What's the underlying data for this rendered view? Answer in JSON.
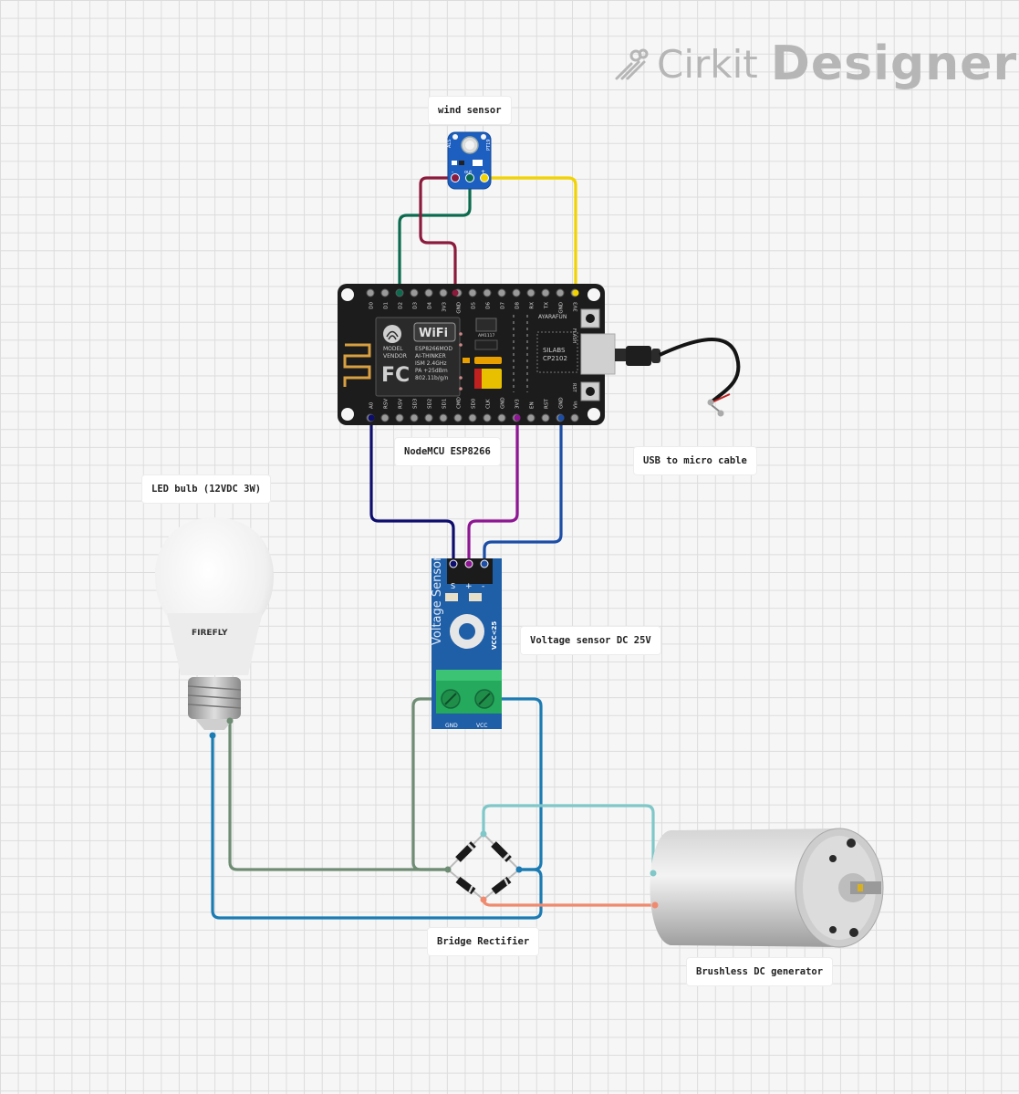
{
  "brand": {
    "word1": "Cirkit",
    "word2": "Designer"
  },
  "labels": {
    "wind_sensor": "wind sensor",
    "nodemcu": "NodeMCU ESP8266",
    "usb_cable": "USB to micro cable",
    "led_bulb": "LED bulb (12VDC 3W)",
    "voltage_sensor": "Voltage sensor DC 25V",
    "bridge_rectifier": "Bridge Rectifier",
    "generator": "Brushless DC generator"
  },
  "components": {
    "wind_sensor": {
      "silk_left": "ALS",
      "silk_right": "PT19",
      "pin_text": "out",
      "pin_plus": "+",
      "pin_minus": "-"
    },
    "nodemcu": {
      "top_pins": [
        "D0",
        "D1",
        "D2",
        "D3",
        "D4",
        "3V3",
        "GND",
        "D5",
        "D6",
        "D7",
        "D8",
        "RX",
        "TX",
        "GND",
        "3V3"
      ],
      "bottom_pins": [
        "A0",
        "RSV",
        "RSV",
        "SD3",
        "SD2",
        "SD1",
        "CMD",
        "SD0",
        "CLK",
        "GND",
        "3V3",
        "EN",
        "RST",
        "GND",
        "Vin"
      ],
      "wifi_text": "WiFi",
      "module_text": [
        "ESP8266MOD",
        "AI-THINKER",
        "ISM 2.4GHz",
        "PA +25dBm",
        "802.11b/g/n"
      ],
      "model_text": [
        "MODEL",
        "VENDOR"
      ],
      "fcc_text": "FC",
      "regulator_text": "AM1117",
      "brand_text": "AYARAFUN",
      "chip_text": [
        "SILABS",
        "CP2102"
      ],
      "flash_text": "FLASH",
      "rst_text": "RST"
    },
    "led_bulb": {
      "brand_text": "FIREFLY"
    },
    "voltage_sensor": {
      "title_text": "Voltage Sensor",
      "side_text": "VCC<25",
      "pins": [
        "S",
        "+",
        "-"
      ],
      "terminals": [
        "GND",
        "VCC"
      ]
    }
  },
  "colors": {
    "wire_green": "#0b6b4e",
    "wire_maroon": "#8b1a3c",
    "wire_yellow": "#f2d300",
    "wire_navy": "#0d0d6e",
    "wire_magenta": "#8e1593",
    "wire_blue_dark": "#1c4ea6",
    "wire_sage": "#6f8d74",
    "wire_blue": "#1b7bb3",
    "wire_teal": "#7fc7c8",
    "wire_salmon": "#f08a6e"
  }
}
